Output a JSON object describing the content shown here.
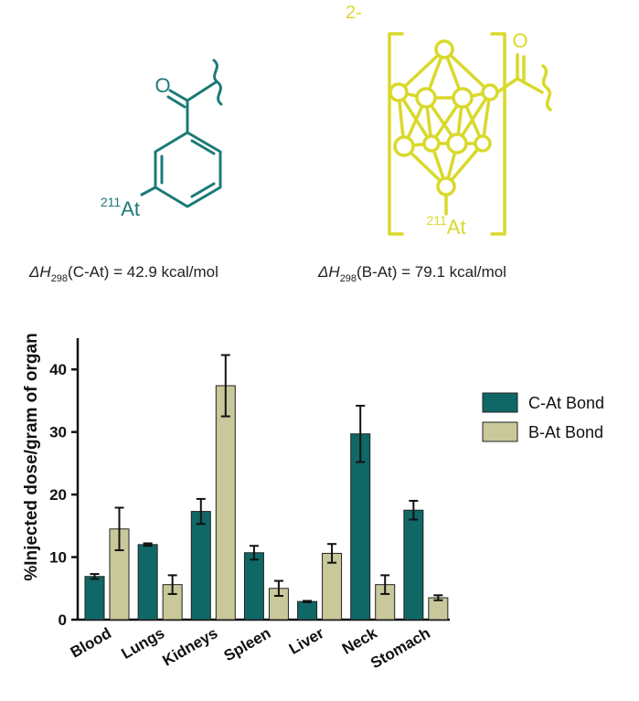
{
  "molecule_left": {
    "oxygen": "O",
    "isotope": "211",
    "element": "At",
    "color": "#1b7a78",
    "enthalpy_prefix": "ΔH",
    "enthalpy_sub": "298",
    "enthalpy_rest": "(C-At) = 42.9 kcal/mol"
  },
  "molecule_right": {
    "charge": "2-",
    "oxygen": "O",
    "isotope": "211",
    "element": "At",
    "color": "#d9d92b",
    "enthalpy_prefix": "ΔH",
    "enthalpy_sub": "298",
    "enthalpy_rest": "(B-At) = 79.1 kcal/mol"
  },
  "chart_data": {
    "type": "bar",
    "title": "",
    "xlabel": "",
    "ylabel": "%Injected dose/gram of organ",
    "ylim": [
      0,
      45
    ],
    "yticks": [
      0,
      10,
      20,
      30,
      40
    ],
    "grid": false,
    "legend_position": "right",
    "categories": [
      "Blood",
      "Lungs",
      "Kidneys",
      "Spleen",
      "Liver",
      "Neck",
      "Stomach"
    ],
    "series": [
      {
        "name": "C-At Bond",
        "color": "#0f6866",
        "values": [
          6.9,
          12.0,
          17.3,
          10.7,
          2.9,
          29.7,
          17.5
        ],
        "errors": [
          0.4,
          0.2,
          2.0,
          1.1,
          0.1,
          4.5,
          1.5
        ]
      },
      {
        "name": "B-At Bond",
        "color": "#c8c89a",
        "values": [
          14.5,
          5.6,
          37.4,
          5.0,
          10.6,
          5.6,
          3.5
        ],
        "errors": [
          3.4,
          1.5,
          4.9,
          1.2,
          1.5,
          1.5,
          0.4
        ]
      }
    ]
  }
}
